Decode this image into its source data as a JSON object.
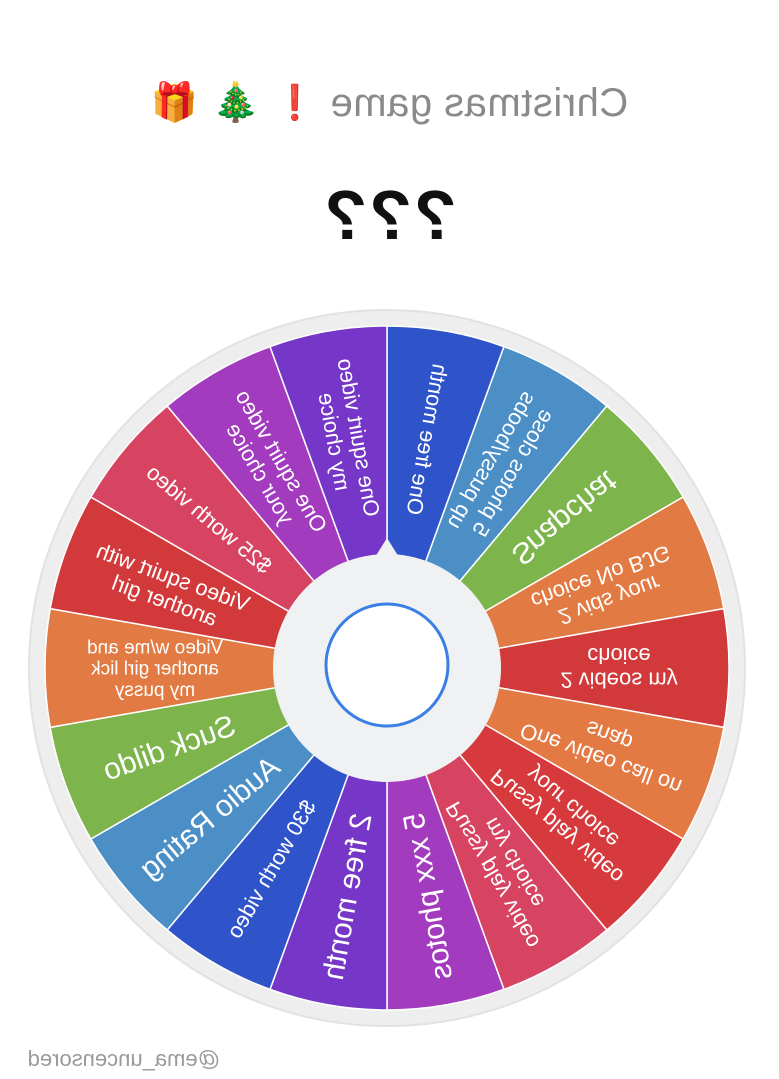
{
  "header": {
    "title": "Christmas game",
    "emojis": [
      "🎁",
      "🎄",
      "❗"
    ],
    "result": "???"
  },
  "wheel": {
    "segments": [
      {
        "lines": [
          "One free month"
        ],
        "color": "#2f54c9"
      },
      {
        "lines": [
          "5 photos close",
          "up pussy/boobs"
        ],
        "color": "#4b8fc6"
      },
      {
        "lines": [
          "Snapchat"
        ],
        "color": "#7db54c"
      },
      {
        "lines": [
          "2 vids your",
          "choice No BJG"
        ],
        "color": "#e27a43"
      },
      {
        "lines": [
          "2 videos my",
          "choice"
        ],
        "color": "#d2393b"
      },
      {
        "lines": [
          "One video call on",
          "snap"
        ],
        "color": "#e47a43"
      },
      {
        "lines": [
          "Pussy play video",
          "your choice"
        ],
        "color": "#d63a3c"
      },
      {
        "lines": [
          "Pussy play video",
          "my choice"
        ],
        "color": "#d64461"
      },
      {
        "lines": [
          "5 xxx photos"
        ],
        "color": "#a33bbf"
      },
      {
        "lines": [
          "2 free month"
        ],
        "color": "#7636c7"
      },
      {
        "lines": [
          "$30 worth video"
        ],
        "color": "#2f54c9"
      },
      {
        "lines": [
          "Audio Rating"
        ],
        "color": "#4b8fc6"
      },
      {
        "lines": [
          "Suck dildo"
        ],
        "color": "#7db54c"
      },
      {
        "lines": [
          "Video w/me and",
          "another girl lick",
          "my pussy"
        ],
        "color": "#e27a43"
      },
      {
        "lines": [
          "Video squirt with",
          "another girl"
        ],
        "color": "#d2393b"
      },
      {
        "lines": [
          "$25 worth video"
        ],
        "color": "#d64461"
      },
      {
        "lines": [
          "One squirt video",
          "your choice"
        ],
        "color": "#a33bbf"
      },
      {
        "lines": [
          "One squirt video",
          "my choice"
        ],
        "color": "#7636c7"
      }
    ]
  },
  "watermark": "@ema_uncensored"
}
